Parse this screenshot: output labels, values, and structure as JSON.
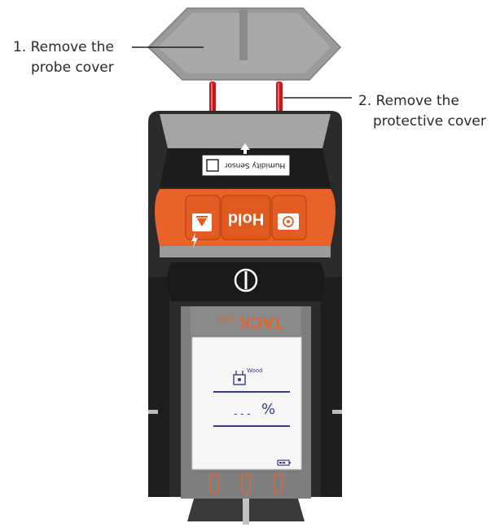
{
  "callouts": {
    "probe_cover": {
      "line1": "1. Remove the",
      "line2": "probe cover"
    },
    "protective_cover": {
      "line1": "2. Remove the",
      "line2": "protective cover"
    }
  },
  "device": {
    "sensor_label": "Humidity Sensor",
    "hold_label": "Hold",
    "brand_main": "TACK",
    "brand_suffix": "LIFE",
    "screen": {
      "mode_label": "Wood",
      "reading": "- - -",
      "unit": "%"
    }
  },
  "colors": {
    "accent_orange": "#e8632a",
    "body_black": "#262626",
    "cover_gray": "#9b9b9b",
    "probe_red": "#c8161d",
    "lcd_background": "#f6f6f6",
    "lcd_ink": "#3a3a8c"
  },
  "icons": [
    "power-icon",
    "up-arrow-icon",
    "stud-scan-icon",
    "lightning-icon",
    "wood-mode-icon",
    "battery-icon"
  ]
}
